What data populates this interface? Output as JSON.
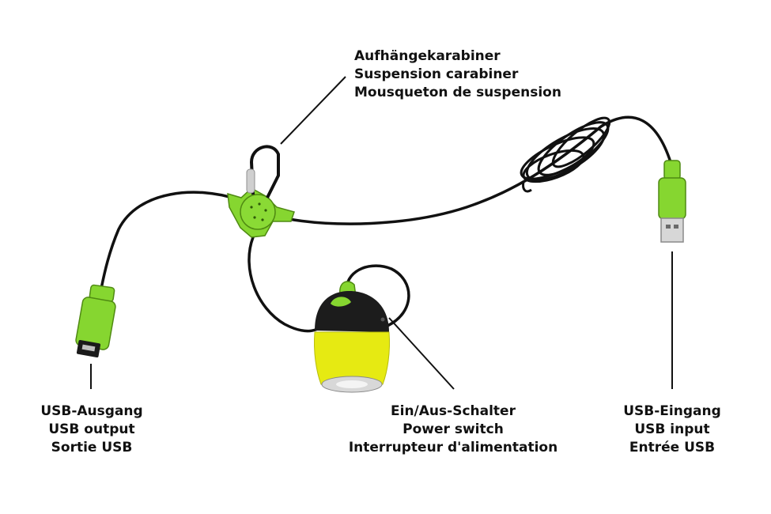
{
  "colors": {
    "cable": "#111111",
    "accent_green": "#86d630",
    "lamp_yellow": "#e6ea12",
    "lamp_cap": "#1c1c1c",
    "metal": "#c8c8c8",
    "leader_line": "#111111"
  },
  "labels": {
    "carabiner": {
      "de": "Aufhängekarabiner",
      "en": "Suspension carabiner",
      "fr": "Mousqueton de suspension"
    },
    "usb_output": {
      "de": "USB-Ausgang",
      "en": "USB output",
      "fr": "Sortie USB"
    },
    "power_switch": {
      "de": "Ein/Aus-Schalter",
      "en": "Power switch",
      "fr": "Interrupteur d'alimentation"
    },
    "usb_input": {
      "de": "USB-Eingang",
      "en": "USB input",
      "fr": "Entrée USB"
    }
  }
}
